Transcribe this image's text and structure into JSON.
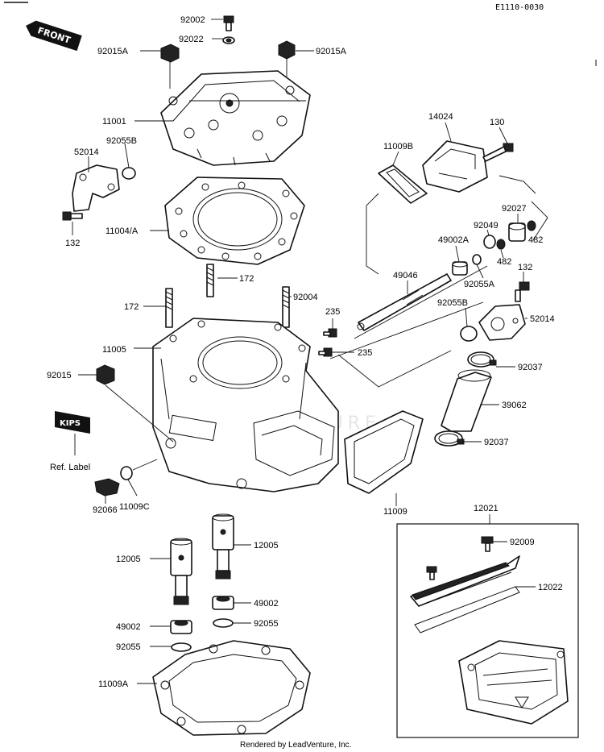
{
  "header": {
    "reference_code": "E1110-0030"
  },
  "front_badge": {
    "text": "FRONT"
  },
  "kips_badge": {
    "text": "KIPS",
    "caption": "Ref. Label"
  },
  "watermark": {
    "text": "LEADVENTURE"
  },
  "footer": {
    "credit": "Rendered by LeadVenture, Inc."
  },
  "labels": {
    "l_92002": "92002",
    "l_92022": "92022",
    "l_92015A_left": "92015A",
    "l_92015A_right": "92015A",
    "l_11001": "11001",
    "l_92055B_top": "92055B",
    "l_52014_left": "52014",
    "l_132_left": "132",
    "l_11004A": "11004/A",
    "l_172_top": "172",
    "l_172_left": "172",
    "l_92004": "92004",
    "l_235_top": "235",
    "l_235_bottom": "235",
    "l_11005": "11005",
    "l_92015": "92015",
    "l_92066": "92066",
    "l_11009C": "11009C",
    "l_14024": "14024",
    "l_130": "130",
    "l_11009B": "11009B",
    "l_92027": "92027",
    "l_92049": "92049",
    "l_482_right": "482",
    "l_482_left": "482",
    "l_49002A": "49002A",
    "l_92055A": "92055A",
    "l_132_right": "132",
    "l_49046": "49046",
    "l_92055B_mid": "92055B",
    "l_52014_right": "52014",
    "l_92037_top": "92037",
    "l_39062": "39062",
    "l_92037_bottom": "92037",
    "l_11009": "11009",
    "l_12021": "12021",
    "l_92009": "92009",
    "l_12022": "12022",
    "l_12005_left": "12005",
    "l_12005_right": "12005",
    "l_49002_right": "49002",
    "l_92055_right": "92055",
    "l_49002_left": "49002",
    "l_92055_left": "92055",
    "l_11009A": "11009A"
  }
}
